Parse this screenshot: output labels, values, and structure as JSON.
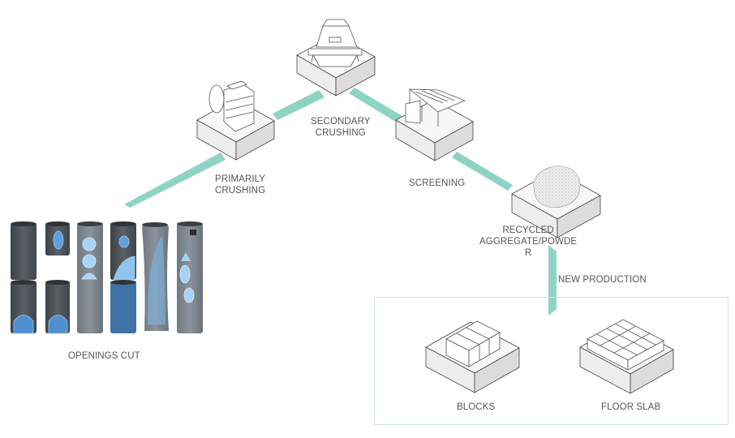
{
  "title": "Concrete pipe recycling process",
  "colors": {
    "connector": "#8fd3c4",
    "frame": "#cfe6e1",
    "label_text": "#555555",
    "pipe_dark": "#4a4f54",
    "pipe_opening": "#7fb6e3"
  },
  "stages": [
    {
      "id": "openings-cut",
      "label": "OPENINGS CUT",
      "icon": "concrete-pipes-icon"
    },
    {
      "id": "primarily-crushing",
      "label_lines": [
        "PRIMARILY",
        "CRUSHING"
      ],
      "icon": "jaw-crusher-icon"
    },
    {
      "id": "secondary-crushing",
      "label_lines": [
        "SECONDARY",
        "CRUSHING"
      ],
      "icon": "cone-crusher-icon"
    },
    {
      "id": "screening",
      "label": "SCREENING",
      "icon": "vibrating-screen-icon"
    },
    {
      "id": "recycled-aggregate",
      "label_lines": [
        "RECYCLED",
        "AGGREGATE/POWDE",
        "R"
      ],
      "icon": "aggregate-pile-icon"
    }
  ],
  "new_production": {
    "label": "NEW PRODUCTION",
    "products": [
      {
        "id": "blocks",
        "label": "BLOCKS",
        "icon": "blocks-icon"
      },
      {
        "id": "floor-slab",
        "label": "FLOOR SLAB",
        "icon": "floor-slab-icon"
      }
    ]
  }
}
